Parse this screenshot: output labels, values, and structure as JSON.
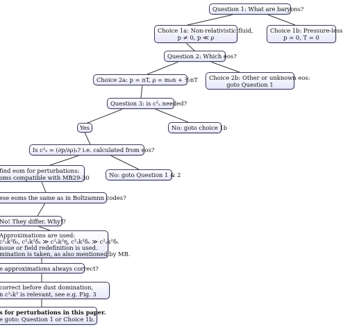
{
  "nodes": {
    "q1": {
      "lines": [
        "Question 1: What are baryons?"
      ]
    },
    "c1a": {
      "lines": [
        "Choice 1a: Non-relativistic fluid,",
        "p ≠ 0, p ≪ ρ"
      ]
    },
    "c1b": {
      "lines": [
        "Choice 1b: Pressure-less",
        "p = 0, T = 0"
      ]
    },
    "q2": {
      "lines": [
        "Question 2: Which eos?"
      ]
    },
    "c2a": {
      "lines": [
        "Choice 2a: p = nT, ρ = m₀n + ³⁄₂nT"
      ]
    },
    "c2b": {
      "lines": [
        "Choice 2b: Other or unknown eos:",
        "goto Question 1"
      ]
    },
    "q3": {
      "lines": [
        "Question 3: is c²ₛ needed?"
      ]
    },
    "yes": {
      "lines": [
        "Yes"
      ]
    },
    "no1b": {
      "lines": [
        "No: goto choice 1b"
      ]
    },
    "isc": {
      "lines": [
        "Is c²ₛ = (∂p/∂ρ)ₛ? i.e. calculated from eos?"
      ]
    },
    "findeom": {
      "lines": [
        "find eom for perturbations:",
        "oms compatible with MB29-30"
      ]
    },
    "no12": {
      "lines": [
        "No: goto Question 1 & 2"
      ]
    },
    "same": {
      "lines": [
        "ese eoms the same as in Boltzamnn codes?"
      ]
    },
    "differ": {
      "lines": [
        "No! They differ. Why!?"
      ]
    },
    "approx": {
      "lines": [
        "Approximations are used:",
        "c²ₛk²δₛ, c²ₛk²δₛ ≫ c²ₛk²η, c²ₛk²δₛ ≫ c²ₛk²δₛ",
        "issue or field redefinition is used.",
        "mination is taken, as also mentioned by MB."
      ]
    },
    "always": {
      "lines": [
        "e approximations always correct?"
      ]
    },
    "correct": {
      "lines": [
        "correct before dust domination,",
        "n c²ₛk² is relevant, see e.g. Fig. 3"
      ]
    },
    "final": {
      "lines": [
        "s for perturbations in this paper.",
        "e goto: Question 1 or Choice 1b."
      ]
    }
  }
}
